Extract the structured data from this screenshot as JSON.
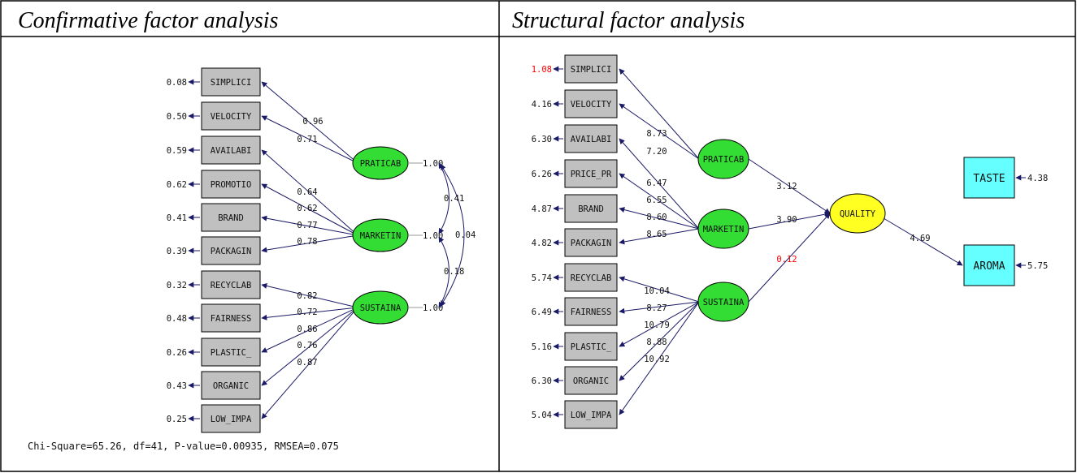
{
  "panels": {
    "left_title": "Confirmative factor analysis",
    "right_title": "Structural factor analysis"
  },
  "cfa": {
    "indicators": [
      {
        "name": "SIMPLICI",
        "error": "0.08",
        "loading": "0.96"
      },
      {
        "name": "VELOCITY",
        "error": "0.50",
        "loading": "0.71"
      },
      {
        "name": "AVAILABI",
        "error": "0.59",
        "loading": "0.64"
      },
      {
        "name": "PROMOTIO",
        "error": "0.62",
        "loading": "0.62"
      },
      {
        "name": "BRAND",
        "error": "0.41",
        "loading": "0.77"
      },
      {
        "name": "PACKAGIN",
        "error": "0.39",
        "loading": "0.78"
      },
      {
        "name": "RECYCLAB",
        "error": "0.32",
        "loading": "0.82"
      },
      {
        "name": "FAIRNESS",
        "error": "0.48",
        "loading": "0.72"
      },
      {
        "name": "PLASTIC_",
        "error": "0.26",
        "loading": "0.86"
      },
      {
        "name": "ORGANIC",
        "error": "0.43",
        "loading": "0.76"
      },
      {
        "name": "LOW_IMPA",
        "error": "0.25",
        "loading": "0.87"
      }
    ],
    "factors": [
      {
        "name": "PRATICAB",
        "variance": "1.00"
      },
      {
        "name": "MARKETIN",
        "variance": "1.00"
      },
      {
        "name": "SUSTAINA",
        "variance": "1.00"
      }
    ],
    "covariances": {
      "prat_mark": "0.41",
      "prat_sust": "0.04",
      "mark_sust": "0.18"
    },
    "fit": "Chi-Square=65.26, df=41, P-value=0.00935, RMSEA=0.075"
  },
  "sem": {
    "indicators": [
      {
        "name": "SIMPLICI",
        "error": "1.08",
        "path": "8.73"
      },
      {
        "name": "VELOCITY",
        "error": "4.16",
        "path": "7.20"
      },
      {
        "name": "AVAILABI",
        "error": "6.30",
        "path": "6.47"
      },
      {
        "name": "PRICE_PR",
        "error": "6.26",
        "path": "6.55"
      },
      {
        "name": "BRAND",
        "error": "4.87",
        "path": "8.60"
      },
      {
        "name": "PACKAGIN",
        "error": "4.82",
        "path": "8.65"
      },
      {
        "name": "RECYCLAB",
        "error": "5.74",
        "path": "10.04"
      },
      {
        "name": "FAIRNESS",
        "error": "6.49",
        "path": "8.27"
      },
      {
        "name": "PLASTIC_",
        "error": "5.16",
        "path": "10.79"
      },
      {
        "name": "ORGANIC",
        "error": "6.30",
        "path": "8.88"
      },
      {
        "name": "LOW_IMPA",
        "error": "5.04",
        "path": "10.92"
      }
    ],
    "factors": [
      {
        "name": "PRATICAB",
        "to_quality": "3.12"
      },
      {
        "name": "MARKETIN",
        "to_quality": "3.90"
      },
      {
        "name": "SUSTAINA",
        "to_quality": "0.12"
      }
    ],
    "quality": {
      "name": "QUALITY",
      "to_aroma": "4.69"
    },
    "outcomes": [
      {
        "name": "TASTE",
        "error": "4.38"
      },
      {
        "name": "AROMA",
        "error": "5.75"
      }
    ],
    "highlight_color": "#ff0000"
  }
}
